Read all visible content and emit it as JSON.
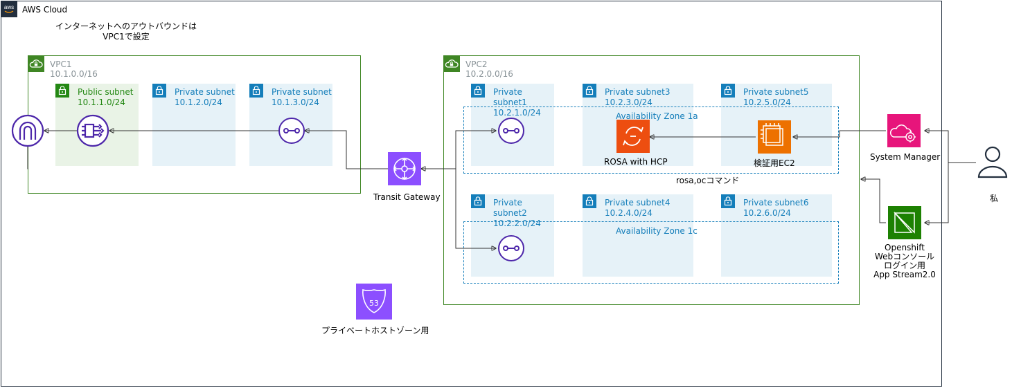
{
  "aws_cloud": {
    "label": "AWS Cloud"
  },
  "note_outbound": {
    "line1": "インターネットへのアウトバウンドは",
    "line2": "VPC1で設定"
  },
  "vpc1": {
    "name": "VPC1",
    "cidr": "10.1.0.0/16",
    "subnets": [
      {
        "name": "Public subnet",
        "cidr": "10.1.1.0/24"
      },
      {
        "name": "Private subnet",
        "cidr": "10.1.2.0/24"
      },
      {
        "name": "Private subnet",
        "cidr": "10.1.3.0/24"
      }
    ]
  },
  "vpc2": {
    "name": "VPC2",
    "cidr": "10.2.0.0/16",
    "subnets": [
      {
        "name": "Private subnet1",
        "cidr": "10.2.1.0/24"
      },
      {
        "name": "Private subnet3",
        "cidr": "10.2.3.0/24"
      },
      {
        "name": "Private subnet5",
        "cidr": "10.2.5.0/24"
      },
      {
        "name": "Private subnet2",
        "cidr": "10.2.2.0/24"
      },
      {
        "name": "Private subnet4",
        "cidr": "10.2.4.0/24"
      },
      {
        "name": "Private subnet6",
        "cidr": "10.2.6.0/24"
      }
    ],
    "az_a": "Availability Zone 1a",
    "az_c": "Availability Zone 1c"
  },
  "labels": {
    "transit_gateway": "Transit Gateway",
    "rosa": "ROSA with HCP",
    "ec2": "検証用EC2",
    "rosa_cmd": "rosa,ocコマンド",
    "system_manager": "System Manager",
    "openshift": [
      "Openshift",
      "Webコンソール",
      "ログイン用",
      "App Stream2.0"
    ],
    "user": "私",
    "route53_badge": "53",
    "route53": "プライベートホストゾーン用"
  },
  "colors": {
    "cloud": "#232f3e",
    "vpc": "#3f8624",
    "subnet_private_fill": "#e6f2f8",
    "subnet_private_text": "#147eba",
    "subnet_public_fill": "#e9f3e6",
    "subnet_public_text": "#248814",
    "endpoint": "#4d27aa",
    "tgw": "#8c4fff",
    "rosa": "#ee0000",
    "ec2": "#ed7100",
    "ssm": "#e7157b",
    "appstream": "#1d8102",
    "route53": "#8c4fff",
    "connector": "#333333"
  }
}
